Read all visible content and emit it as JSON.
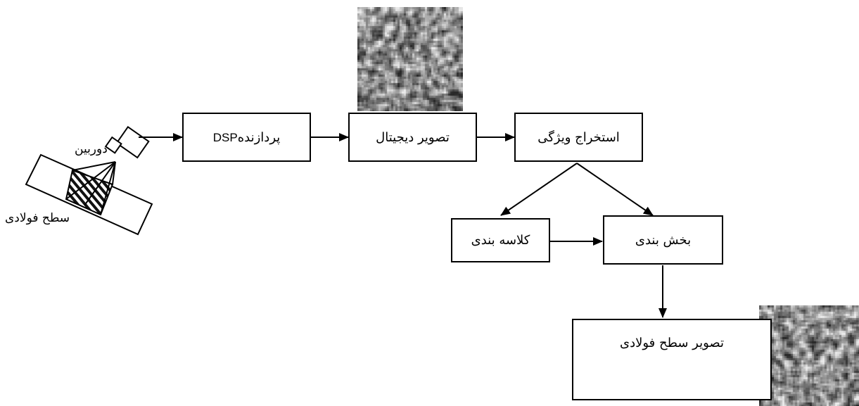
{
  "boxes": {
    "dsp": {
      "dsp_text": "DSP",
      "label": "پردازنده"
    },
    "digital_image": {
      "label": "تصویر دیجیتال"
    },
    "feature_extraction": {
      "label": "استخراج ویژگی"
    },
    "classification": {
      "label": "کلاسه بندی"
    },
    "segmentation": {
      "label": "بخش بندی"
    },
    "output": {
      "label": "تصویر سطح فولادی"
    }
  },
  "labels": {
    "camera": "دوربین",
    "steel_surface": "سطح فولادی"
  },
  "colors": {
    "stroke": "#000000",
    "background": "#ffffff"
  }
}
